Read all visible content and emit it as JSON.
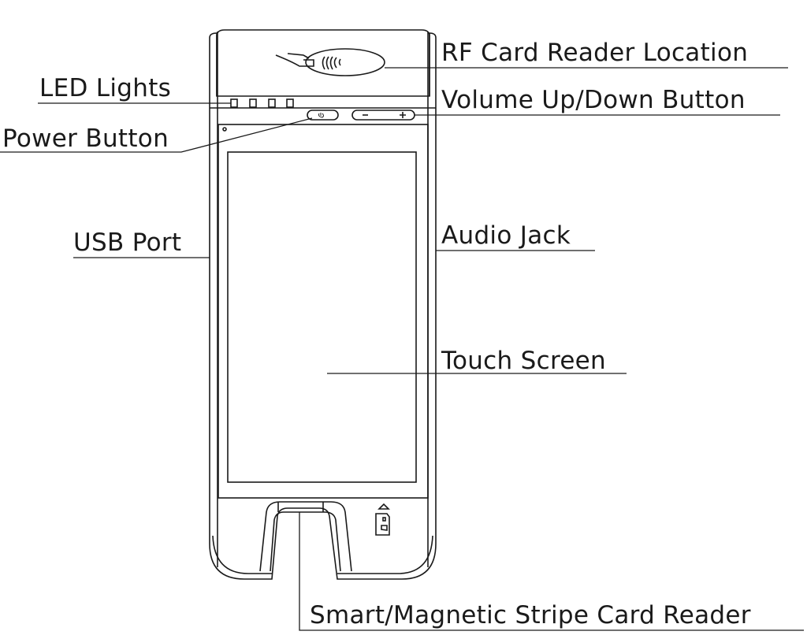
{
  "labels": {
    "rf_card_reader": "RF Card Reader Location",
    "led_lights": "LED Lights",
    "volume_button": "Volume Up/Down Button",
    "power_button": "Power Button",
    "usb_port": "USB Port",
    "audio_jack": "Audio Jack",
    "touch_screen": "Touch Screen",
    "card_reader": "Smart/Magnetic Stripe Card Reader"
  },
  "colors": {
    "line": "#1a1a1a",
    "background": "#ffffff"
  }
}
